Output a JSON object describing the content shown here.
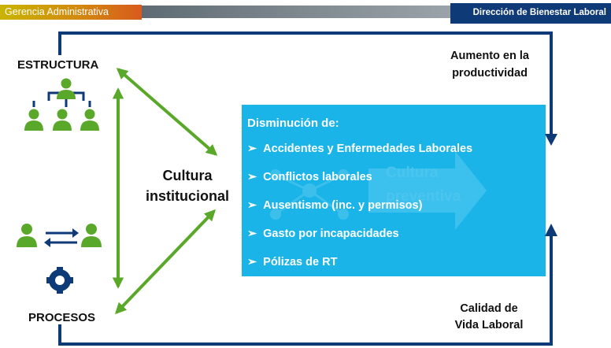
{
  "header": {
    "left_label": "Gerencia Administrativa",
    "right_label": "Dirección de Bienestar Laboral"
  },
  "nodes": {
    "structure": "ESTRUCTURA",
    "process": "PROCESOS",
    "culture_line1": "Cultura",
    "culture_line2": "institucional"
  },
  "outcomes": {
    "top_line1": "Aumento en la",
    "top_line2": "productividad",
    "bottom_line1": "Calidad de",
    "bottom_line2": "Vida Laboral"
  },
  "panel": {
    "title": "Disminución de:",
    "items": [
      "Accidentes y Enfermedades Laborales",
      "Conflictos laborales",
      "Ausentismo (inc. y permisos)",
      "Gasto por incapacidades",
      "Pólizas de RT"
    ],
    "watermark_line1": "Cultura",
    "watermark_line2": "preventiva",
    "bullet_glyph": "➢"
  },
  "colors": {
    "green": "#5aa829",
    "navy": "#0f3a78",
    "panel_blue": "#1ab4e8"
  },
  "icons": [
    "org-chart-icon",
    "people-exchange-icon",
    "gear-icon"
  ]
}
